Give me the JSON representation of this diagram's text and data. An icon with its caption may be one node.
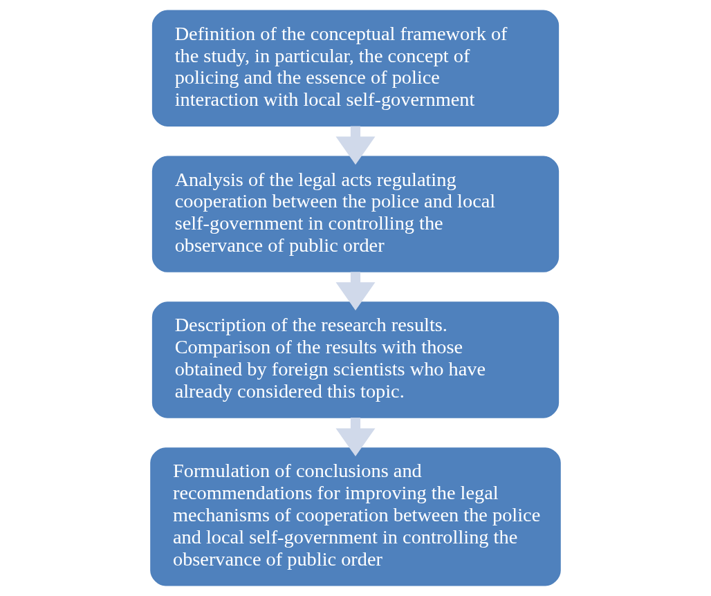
{
  "diagram": {
    "nodes": [
      {
        "text": [
          "Definition of the conceptual framework of the study, in particular, the concept of policing and the essence of police interaction with local self-government"
        ]
      },
      {
        "text": [
          "Analysis of the legal acts regulating cooperation between the police and local self-government in controlling the observance of public order"
        ]
      },
      {
        "text": [
          "Description of the research results. Comparison of the results with those obtained by foreign scientists who have already considered this topic."
        ]
      },
      {
        "text": [
          "Formulation of conclusions and recommendations for improving the legal mechanisms of cooperation between the police and local self-government in controlling the observance of public order"
        ]
      }
    ],
    "edges": [
      {
        "from": 0,
        "to": 1,
        "arrow": "to"
      },
      {
        "from": 1,
        "to": 2,
        "arrow": "to"
      },
      {
        "from": 2,
        "to": 3,
        "arrow": "to"
      }
    ]
  }
}
